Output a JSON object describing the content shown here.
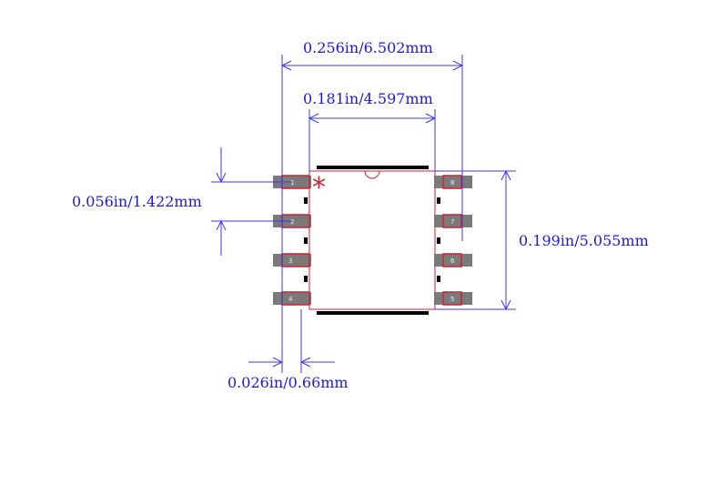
{
  "dimensions": {
    "overall_width": "0.256in/6.502mm",
    "body_width": "0.181in/4.597mm",
    "pitch": "0.056in/1.422mm",
    "body_length": "0.199in/5.055mm",
    "pad_width": "0.026in/0.66mm"
  },
  "pins": {
    "left": [
      "1",
      "2",
      "3",
      "4"
    ],
    "right": [
      "8",
      "7",
      "6",
      "5"
    ]
  },
  "pin1_marker": "*",
  "colors": {
    "dimension": "#1a1adc",
    "outline": "#cc2233",
    "pad": "#7a7a7a",
    "silkscreen": "#000000"
  }
}
